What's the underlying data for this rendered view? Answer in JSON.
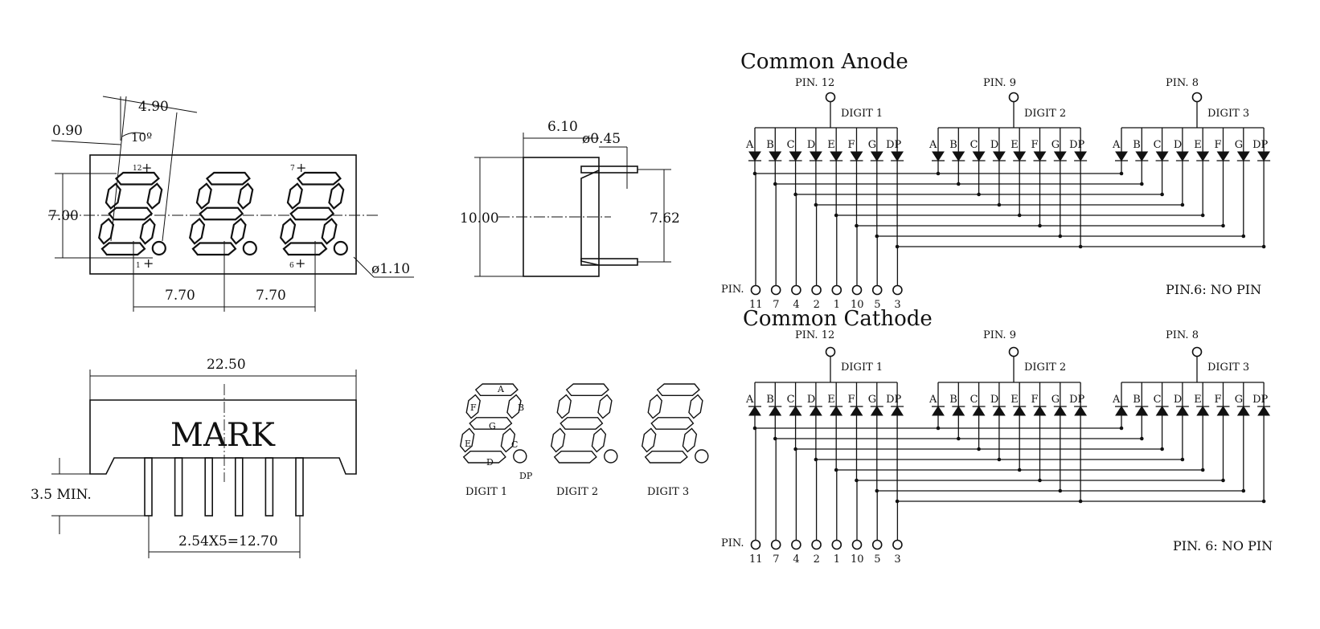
{
  "front_view": {
    "dims": {
      "width_top": "4.90",
      "offset": "0.90",
      "slant": "10º",
      "height": "7.00",
      "pitch_1": "7.70",
      "pitch_2": "7.70",
      "dp_dia": "ø1.10"
    },
    "pin_marks": {
      "p12": "12",
      "p7": "7",
      "p1": "1",
      "p6": "6"
    }
  },
  "side_view": {
    "dims": {
      "depth": "6.10",
      "pin_dia": "ø0.45",
      "height": "10.00",
      "row_spacing": "7.62"
    }
  },
  "bottom_view": {
    "dims": {
      "length": "22.50",
      "pin_len": "3.5 MIN.",
      "pin_span": "2.54X5=12.70"
    },
    "mark_text": "MARK"
  },
  "segment_legend": {
    "labels": [
      "A",
      "B",
      "C",
      "D",
      "E",
      "F",
      "G"
    ],
    "dp_label": "DP",
    "digits": [
      "DIGIT 1",
      "DIGIT 2",
      "DIGIT 3"
    ]
  },
  "schematics": [
    {
      "title": "Common Anode",
      "common_pins": [
        "PIN. 12",
        "PIN. 9",
        "PIN. 8"
      ],
      "digits": [
        "DIGIT 1",
        "DIGIT 2",
        "DIGIT 3"
      ],
      "segment_labels": [
        "A",
        "B",
        "C",
        "D",
        "E",
        "F",
        "G",
        "DP"
      ],
      "pin_prefix": "PIN.",
      "segment_pins": [
        "11",
        "7",
        "4",
        "2",
        "1",
        "10",
        "5",
        "3"
      ],
      "note": "PIN.6: NO PIN"
    },
    {
      "title": "Common Cathode",
      "common_pins": [
        "PIN. 12",
        "PIN. 9",
        "PIN. 8"
      ],
      "digits": [
        "DIGIT 1",
        "DIGIT 2",
        "DIGIT 3"
      ],
      "segment_labels": [
        "A",
        "B",
        "C",
        "D",
        "E",
        "F",
        "G",
        "DP"
      ],
      "pin_prefix": "PIN.",
      "segment_pins": [
        "11",
        "7",
        "4",
        "2",
        "1",
        "10",
        "5",
        "3"
      ],
      "note": "PIN. 6: NO PIN"
    }
  ]
}
